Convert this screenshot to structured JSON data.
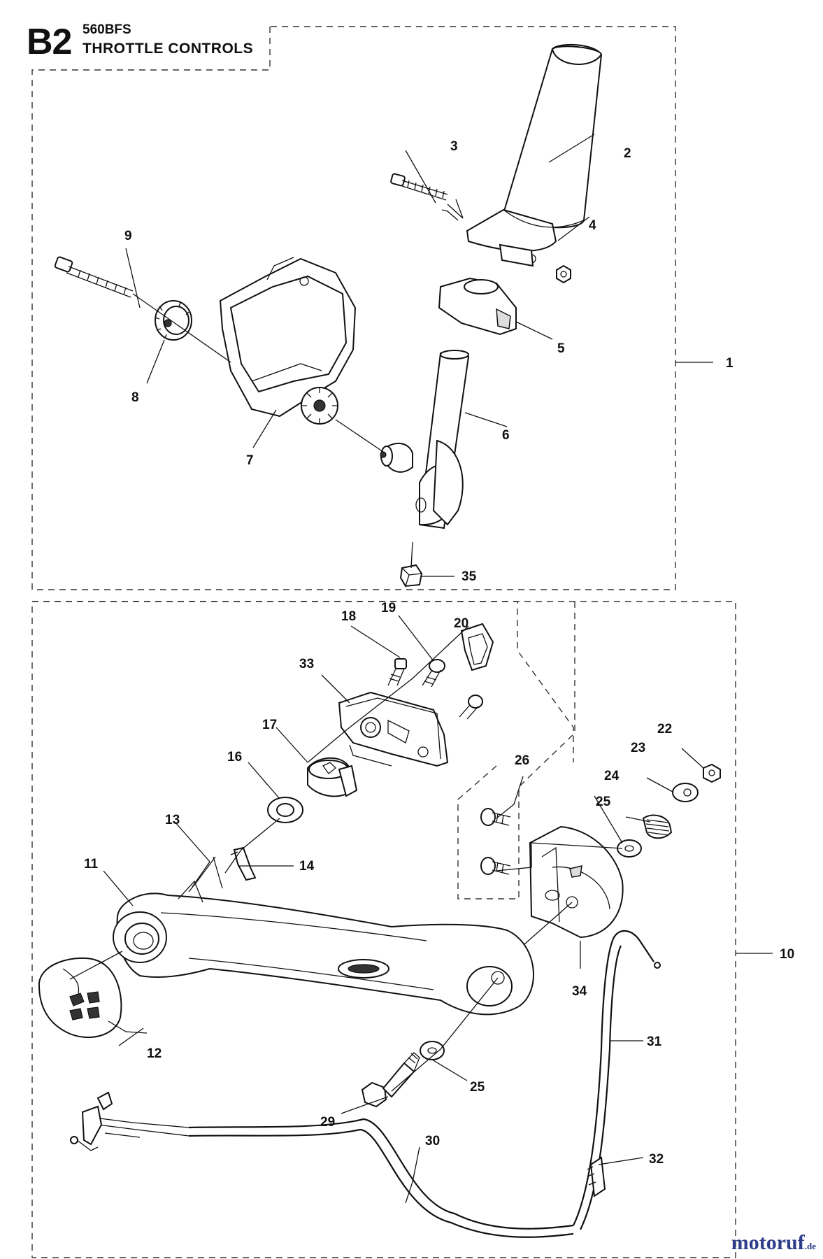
{
  "header": {
    "section_code": "B2",
    "model": "560BFS",
    "title": "THROTTLE CONTROLS"
  },
  "watermark": {
    "name": "motoruf",
    "suffix": ".de",
    "color": "#2f3e8a"
  },
  "callouts": {
    "c1": "1",
    "c2": "2",
    "c3": "3",
    "c4": "4",
    "c5": "5",
    "c6": "6",
    "c7": "7",
    "c8": "8",
    "c9": "9",
    "c10": "10",
    "c11": "11",
    "c12": "12",
    "c13": "13",
    "c14": "14",
    "c16": "16",
    "c17": "17",
    "c18": "18",
    "c19": "19",
    "c20": "20",
    "c22": "22",
    "c23": "23",
    "c24": "24",
    "c25a": "25",
    "c25b": "25",
    "c26": "26",
    "c29": "29",
    "c30": "30",
    "c31": "31",
    "c32": "32",
    "c33": "33",
    "c34": "34",
    "c35": "35"
  }
}
